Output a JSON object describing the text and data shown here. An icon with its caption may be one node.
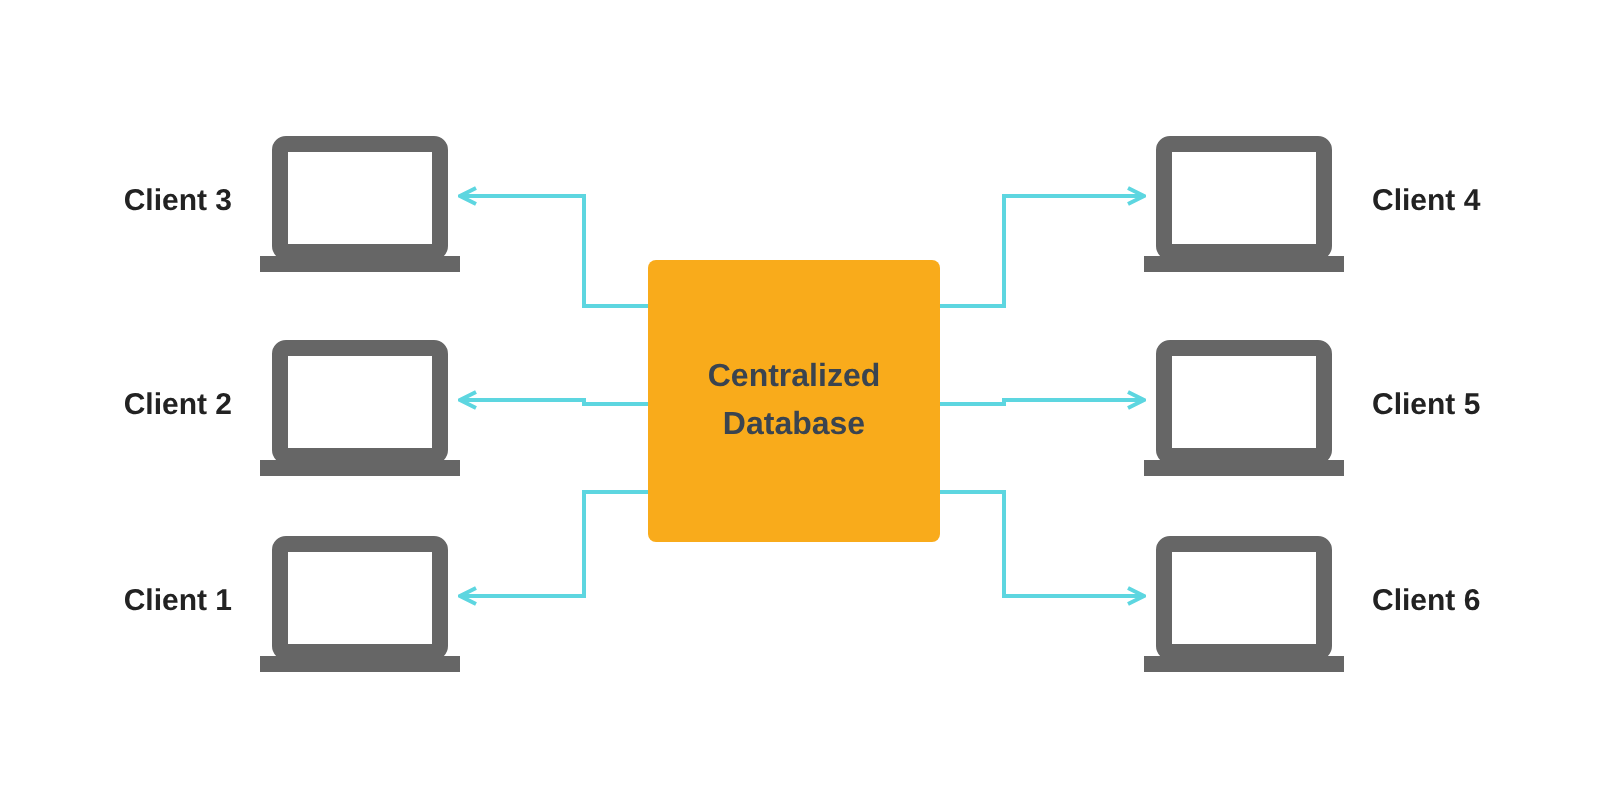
{
  "diagram": {
    "nodes": [
      {
        "text": [],
        "shape": "laptop",
        "beside": [
          "Client 3"
        ]
      },
      {
        "text": [],
        "shape": "laptop",
        "beside": [
          "Client 4"
        ]
      },
      {
        "text": [
          "Centralized Database"
        ]
      },
      {
        "text": [],
        "shape": "laptop",
        "beside": [
          "Client 2"
        ]
      },
      {
        "text": [],
        "shape": "laptop",
        "beside": [
          "Client 5"
        ]
      },
      {
        "text": [],
        "shape": "laptop",
        "beside": [
          "Client 1"
        ]
      },
      {
        "text": [],
        "shape": "laptop",
        "beside": [
          "Client 6"
        ]
      }
    ],
    "edges": [
      {
        "from": 2,
        "to": 0,
        "arrow": "to"
      },
      {
        "from": 2,
        "to": 1,
        "arrow": "to"
      },
      {
        "from": 2,
        "to": 3,
        "arrow": "to"
      },
      {
        "from": 2,
        "to": 4,
        "arrow": "to"
      },
      {
        "from": 2,
        "to": 5,
        "arrow": "to"
      },
      {
        "from": 2,
        "to": 6,
        "arrow": "to"
      }
    ]
  }
}
